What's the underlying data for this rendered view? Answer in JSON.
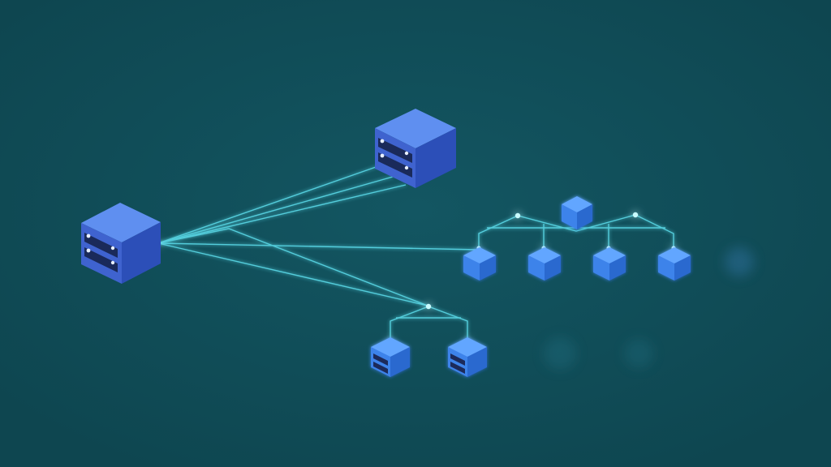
{
  "diagram": {
    "type": "network-topology",
    "colors": {
      "background": "#0e4650",
      "background_glow": "#135662",
      "server_top": "#5f8ff0",
      "server_left": "#3f63cf",
      "server_right": "#2c4fb8",
      "server_slot": "#1a2a5a",
      "server_led": "#e8f0ff",
      "cube_top": "#62a6ff",
      "cube_left": "#3e83ea",
      "cube_right": "#2a69cf",
      "link": "#5fe3f2",
      "node_glow": "#9ff6ff"
    },
    "nodes": [
      {
        "id": "main-server",
        "kind": "server",
        "icon": "server-rack-icon"
      },
      {
        "id": "upper-server",
        "kind": "server",
        "icon": "server-rack-icon"
      },
      {
        "id": "hub-cube",
        "kind": "cube",
        "icon": "cube-icon"
      },
      {
        "id": "leaf-cube-1",
        "kind": "cube",
        "icon": "cube-icon"
      },
      {
        "id": "leaf-cube-2",
        "kind": "cube",
        "icon": "cube-icon"
      },
      {
        "id": "leaf-cube-3",
        "kind": "cube",
        "icon": "cube-icon"
      },
      {
        "id": "leaf-cube-4",
        "kind": "cube",
        "icon": "cube-icon"
      },
      {
        "id": "small-server-1",
        "kind": "small-server",
        "icon": "server-rack-icon"
      },
      {
        "id": "small-server-2",
        "kind": "small-server",
        "icon": "server-rack-icon"
      },
      {
        "id": "faded-node-1",
        "kind": "faded",
        "icon": "faded-node-icon"
      },
      {
        "id": "faded-node-2",
        "kind": "faded",
        "icon": "faded-node-icon"
      },
      {
        "id": "faded-node-3",
        "kind": "faded",
        "icon": "faded-node-icon"
      }
    ],
    "edges": [
      {
        "from": "main-server",
        "to": "upper-server"
      },
      {
        "from": "main-server",
        "to": "upper-server"
      },
      {
        "from": "main-server",
        "to": "upper-server"
      },
      {
        "from": "main-server",
        "to": "hub-cube"
      },
      {
        "from": "main-server",
        "to": "small-server-1"
      },
      {
        "from": "main-server",
        "to": "small-server-2"
      },
      {
        "from": "hub-cube",
        "to": "leaf-cube-1"
      },
      {
        "from": "hub-cube",
        "to": "leaf-cube-2"
      },
      {
        "from": "hub-cube",
        "to": "leaf-cube-3"
      },
      {
        "from": "hub-cube",
        "to": "leaf-cube-4"
      }
    ]
  }
}
